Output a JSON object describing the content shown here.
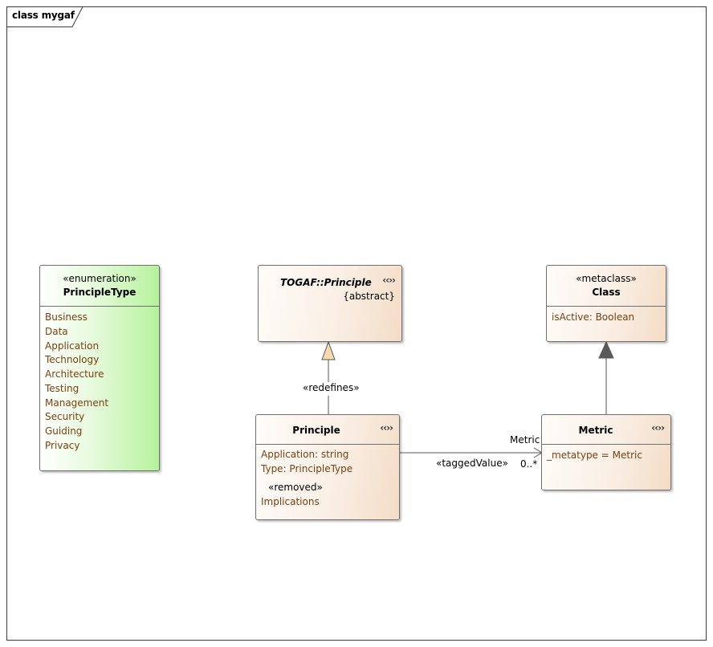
{
  "frame": {
    "title": "class mygaf"
  },
  "enum_box": {
    "stereotype": "«enumeration»",
    "name": "PrincipleType",
    "literals": [
      "Business",
      "Data",
      "Application",
      "Technology",
      "Architecture",
      "Testing",
      "Management",
      "Security",
      "Guiding",
      "Privacy"
    ]
  },
  "togaf_box": {
    "name": "TOGAF::Principle",
    "constraint": "{abstract}",
    "icon": "‹‹››"
  },
  "metaclass_box": {
    "stereotype": "«metaclass»",
    "name": "Class",
    "attribute": "isActive: Boolean"
  },
  "principle_box": {
    "name": "Principle",
    "icon": "‹‹››",
    "attributes": [
      "Application: string",
      "Type: PrincipleType"
    ],
    "removed_stereotype": "«removed»",
    "removed_item": "Implications"
  },
  "metric_box": {
    "name": "Metric",
    "icon": "‹‹››",
    "attribute": "_metatype = Metric"
  },
  "connectors": {
    "redefines_label": "«redefines»",
    "tagged_value_label": "«taggedValue»",
    "role_name": "Metric",
    "multiplicity": "0..*"
  },
  "colors": {
    "attribute_text": "#7a3f10",
    "enum_fill": "#b6f29c",
    "class_fill": "#f3dcc6",
    "generalization_fill": "#f7d9b0",
    "extension_fill": "#5a5a5a"
  }
}
